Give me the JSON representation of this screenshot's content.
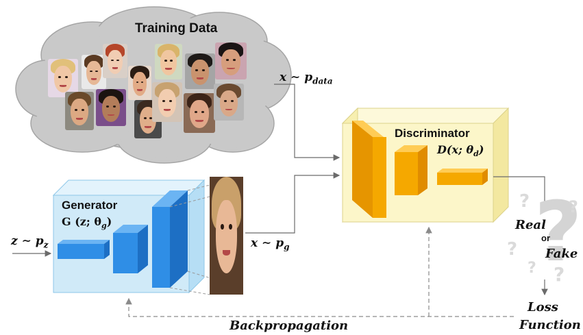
{
  "training": {
    "title": "Training Data"
  },
  "labels": {
    "x_data": "x ∼ p",
    "x_data_sub": "data",
    "x_g": "x ∼ p",
    "x_g_sub": "g",
    "z_in": "z ∼ p",
    "z_in_sub": "z"
  },
  "generator": {
    "title": "Generator",
    "param": "G (z; θ",
    "param_sub": "g",
    "param_close": ")"
  },
  "discriminator": {
    "title": "Discriminator",
    "param": "D(x; θ",
    "param_sub": "d",
    "param_close": ")"
  },
  "output": {
    "real": "Real",
    "or": "or",
    "fake": "Fake",
    "loss1": "Loss",
    "loss2": "Function"
  },
  "backprop": "Backpropagation",
  "colors": {
    "cloud": "#c9c9c9",
    "generator_box": "#cde9f8",
    "generator_blocks": "#2f8ee6",
    "discriminator_box": "#fcf6c9",
    "discriminator_blocks": "#f5a800",
    "question_mark": "#c8c8c8"
  }
}
